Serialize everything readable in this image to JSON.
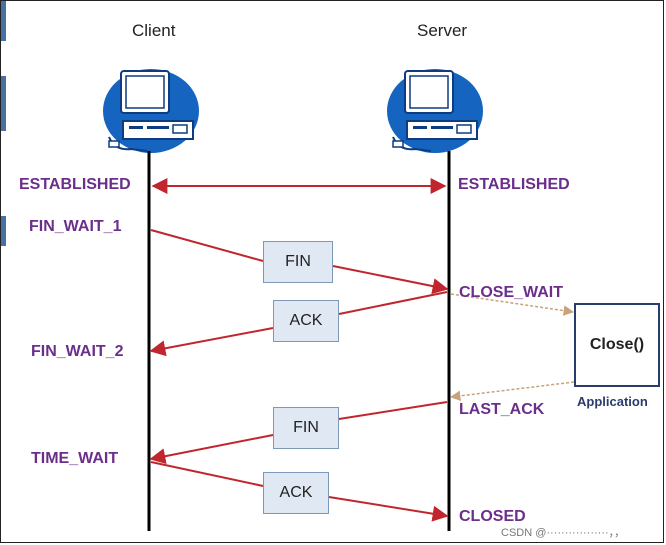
{
  "hosts": {
    "client": "Client",
    "server": "Server"
  },
  "states": {
    "client_established": "ESTABLISHED",
    "server_established": "ESTABLISHED",
    "fin_wait_1": "FIN_WAIT_1",
    "close_wait": "CLOSE_WAIT",
    "fin_wait_2": "FIN_WAIT_2",
    "last_ack": "LAST_ACK",
    "time_wait": "TIME_WAIT",
    "closed": "CLOSED"
  },
  "messages": {
    "fin1": "FIN",
    "ack1": "ACK",
    "fin2": "FIN",
    "ack2": "ACK"
  },
  "application": {
    "call": "Close()",
    "label": "Application"
  },
  "watermark": "CSDN @·················，，",
  "colors": {
    "arrow": "#c0262d",
    "state_text": "#6b2e8a",
    "msg_box": "#dfe8f3",
    "computer": "#1565c0",
    "dashed": "#c7a27a"
  }
}
